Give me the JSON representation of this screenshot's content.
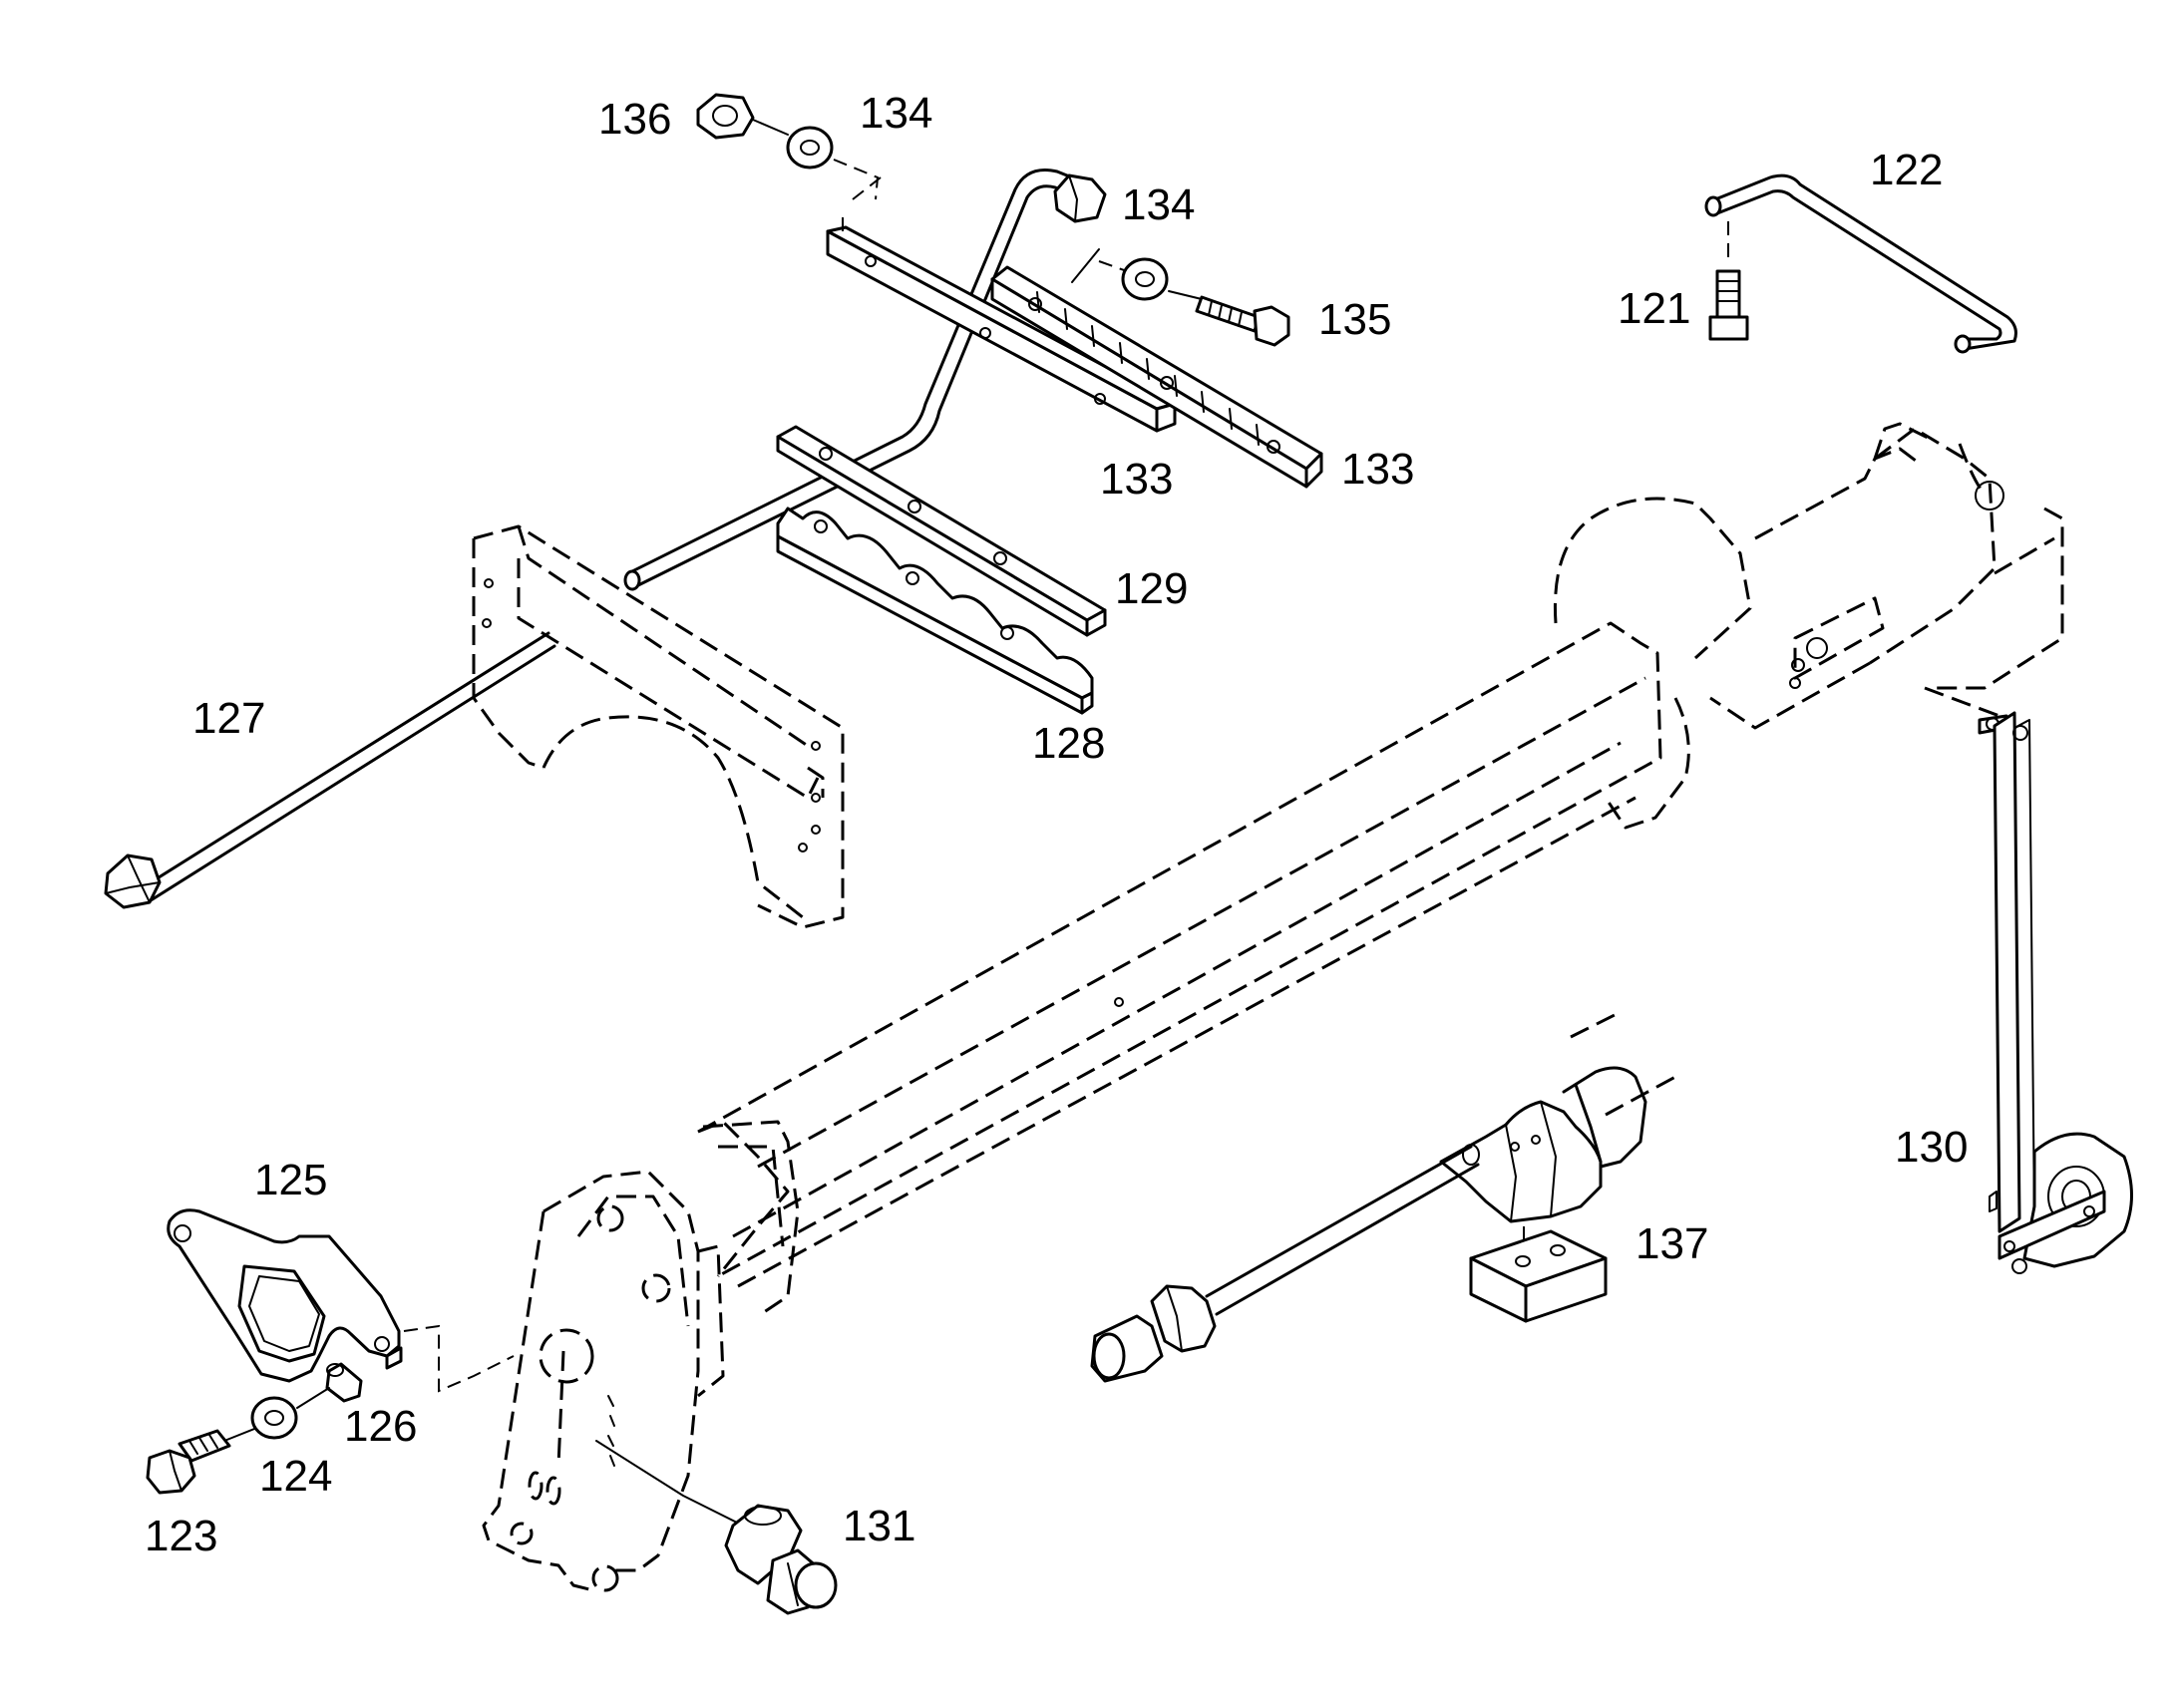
{
  "callouts": {
    "c121": "121",
    "c122": "122",
    "c123": "123",
    "c124": "124",
    "c125": "125",
    "c126": "126",
    "c127": "127",
    "c128": "128",
    "c129": "129",
    "c130": "130",
    "c131": "131",
    "c133a": "133",
    "c133b": "133",
    "c134a": "134",
    "c134b": "134",
    "c135": "135",
    "c136": "136",
    "c137": "137"
  }
}
